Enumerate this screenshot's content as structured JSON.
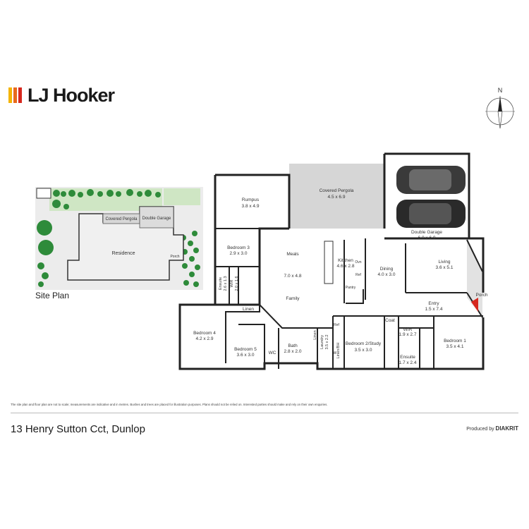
{
  "brand": {
    "name": "LJ Hooker",
    "colors": [
      "#f4b400",
      "#e86a1c",
      "#d6281f"
    ]
  },
  "compass": {
    "label": "N"
  },
  "site_plan": {
    "title": "Site Plan",
    "labels": {
      "pergola": "Covered Pergola",
      "garage": "Double Garage",
      "residence": "Residence",
      "porch": "Porch"
    }
  },
  "rooms": {
    "covered_pergola": {
      "name": "Covered Pergola",
      "dims": "4.5 x 6.9"
    },
    "double_garage": {
      "name": "Double Garage",
      "dims": "6.0 x 6.0"
    },
    "rumpus": {
      "name": "Rumpus",
      "dims": "3.8 x 4.9"
    },
    "bedroom3": {
      "name": "Bedroom 3",
      "dims": "2.9 x 3.0"
    },
    "ensuite_small": {
      "name": "Ensuite",
      "dims": "2.6 x 1.3"
    },
    "wir_small": {
      "name": "WIR",
      "dims": "2.0 x 1.6"
    },
    "linen_left": {
      "name": "Linen"
    },
    "meals": {
      "name": "Meals"
    },
    "meals_dims": {
      "dims": "7.0 x 4.8"
    },
    "family": {
      "name": "Family"
    },
    "kitchen": {
      "name": "Kitchen",
      "dims": "4.6 x 2.8"
    },
    "ovn": {
      "name": "Ovn"
    },
    "ref_kitchen": {
      "name": "Ref"
    },
    "pantry": {
      "name": "Pantry"
    },
    "dining": {
      "name": "Dining",
      "dims": "4.0 x 3.0"
    },
    "living": {
      "name": "Living",
      "dims": "3.6 x 5.1"
    },
    "porch": {
      "name": "Porch"
    },
    "entry": {
      "name": "Entry",
      "dims": "1.5 x 7.4"
    },
    "bedroom4": {
      "name": "Bedroom 4",
      "dims": "4.2 x 2.9"
    },
    "bedroom5": {
      "name": "Bedroom 5",
      "dims": "3.6 x 3.0"
    },
    "wc": {
      "name": "WC"
    },
    "bath": {
      "name": "Bath",
      "dims": "2.8 x 2.0"
    },
    "linen_mid": {
      "name": "Linen"
    },
    "laundry": {
      "name": "Laundry",
      "dims": "3.5 x 2.2"
    },
    "ref_laundry": {
      "name": "Ref"
    },
    "w": {
      "name": "W"
    },
    "linen_bh": {
      "name": "Linen/BH"
    },
    "bedroom2": {
      "name": "Bedroom 2/Study",
      "dims": "3.5 x 3.0"
    },
    "coat": {
      "name": "Coat"
    },
    "wir_master": {
      "name": "WIR",
      "dims": "1.9 x 2.7"
    },
    "ensuite_master": {
      "name": "Ensuite",
      "dims": "1.7 x 2.4"
    },
    "bedroom1": {
      "name": "Bedroom 1",
      "dims": "3.5 x 4.1"
    }
  },
  "footer": {
    "disclaimer": "The site plan and floor plan are not to scale; measurements are indicative and in metres. Bushes and trees are placed for illustration purposes. Plans should not be relied on. Interested parties should make and rely on their own enquiries.",
    "address": "13 Henry Sutton Cct, Dunlop",
    "produced_by": "Produced by",
    "producer": "DIAKRIT"
  }
}
